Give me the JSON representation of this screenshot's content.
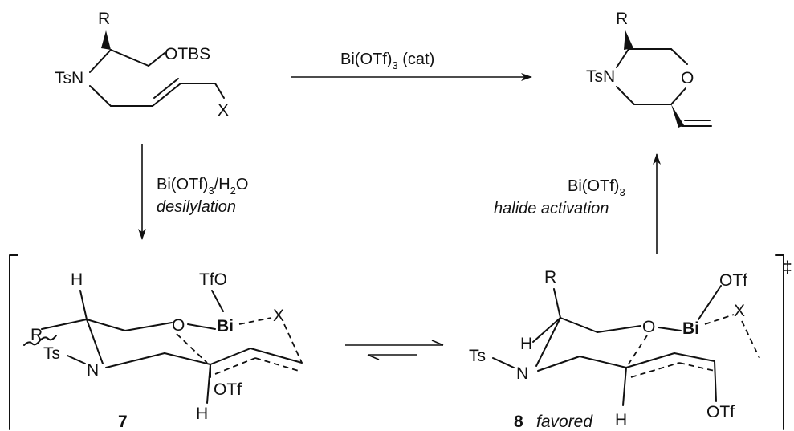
{
  "atoms": {
    "r": "R",
    "otbs": "OTBS",
    "tsn": "TsN",
    "x": "X",
    "o": "O",
    "h": "H",
    "ts": "Ts",
    "n": "N",
    "tfo": "TfO",
    "otf": "OTf",
    "bi": "Bi"
  },
  "arrows": {
    "top": {
      "reagent": "Bi(OTf)",
      "sub": "3",
      "tail": " (cat)"
    },
    "left": {
      "reagent": "Bi(OTf)",
      "sub1": "3",
      "mid": "/H",
      "sub2": "2",
      "end": "O",
      "note": "desilylation"
    },
    "right": {
      "reagent": "Bi(OTf)",
      "sub": "3",
      "note": "halide activation"
    }
  },
  "compounds": {
    "c7": {
      "number": "7"
    },
    "c8": {
      "number": "8",
      "note": "favored"
    }
  },
  "ts_mark": "‡"
}
